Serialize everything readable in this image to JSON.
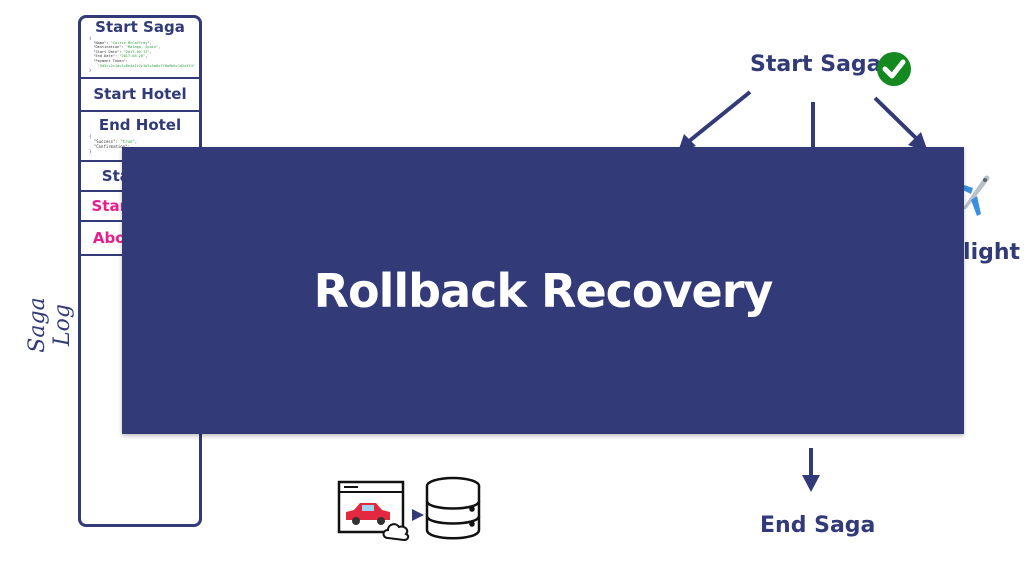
{
  "saga_log": {
    "label": "Saga Log",
    "entries": [
      {
        "label": "Start Saga",
        "color": "#323a78",
        "json": [
          "{",
          "  \"Name\": \"Caitie McCaffrey\",",
          "  \"Destination\": \"Malaga, Spain\",",
          "  \"Start Date\": \"2017-05-17\",",
          "  \"End Date\": \"2017-05-20\",",
          "  \"Payment Token\":",
          "    \"5d5cc2c1dc1c8e4a1f2c1b3c5d6e7f8a9b0c1d2e3f4\"",
          "}"
        ]
      },
      {
        "label": "Start Hotel",
        "color": "#323a78"
      },
      {
        "label": "End Hotel",
        "color": "#323a78",
        "json": [
          "{",
          "  \"Success\": \"true\",",
          "  \"Confirmation\": \"...\"",
          "}"
        ]
      },
      {
        "label": "Start Car",
        "color": "#323a78"
      },
      {
        "label": "Start Flight",
        "color": "#e91e8c"
      },
      {
        "label": "Abort Saga",
        "color": "#e91e8c"
      }
    ]
  },
  "flow": {
    "start_label": "Start Saga",
    "start_status": "check-icon",
    "end_label": "End Saga",
    "flight_label": "Flight",
    "car_service_icons": [
      "car-browser-icon",
      "cloud-icon",
      "arrow-right-icon",
      "database-icon"
    ]
  },
  "overlay": {
    "title": "Rollback Recovery"
  },
  "colors": {
    "primary": "#323a78",
    "abort": "#e91e8c",
    "success": "#13891f"
  }
}
